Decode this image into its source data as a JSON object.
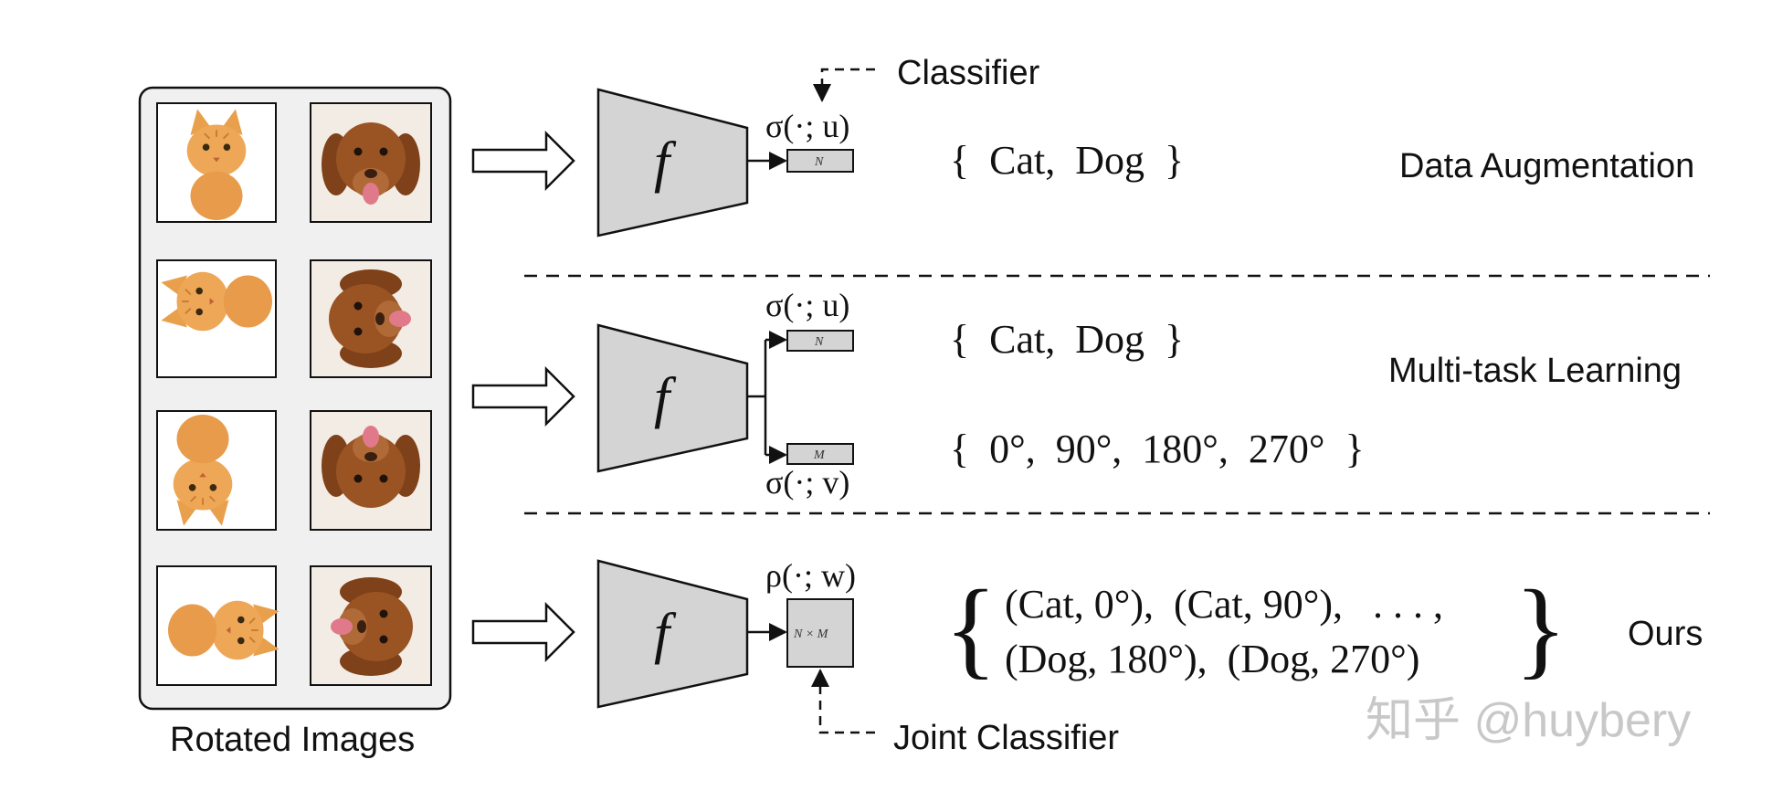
{
  "labels": {
    "rotated_images": "Rotated Images",
    "classifier": "Classifier",
    "joint_classifier": "Joint Classifier",
    "data_augmentation": "Data Augmentation",
    "multi_task_learning": "Multi-task Learning",
    "ours": "Ours"
  },
  "network_symbol": "f",
  "heads": {
    "da_head": "σ(·; u)",
    "mt_head_top": "σ(·; u)",
    "mt_head_bottom": "σ(·; v)",
    "ours_head": "ρ(·; w)"
  },
  "output_dims": {
    "n": "N",
    "m": "M",
    "nm": "N × M"
  },
  "label_sets": {
    "da": "{  Cat,  Dog  }",
    "mt_class": "{  Cat,  Dog  }",
    "mt_rotation": "{  0°,  90°,  180°,  270°  }",
    "ours_line1": "(Cat, 0°),  (Cat, 90°),   . . . ,",
    "ours_line2": "(Dog, 180°),  (Dog, 270°)",
    "brace_open": "{",
    "brace_close": "}"
  },
  "watermark": "知乎 @huybery",
  "colors": {
    "trapezoid_fill": "#d4d4d4",
    "panel_fill": "#f0f0f0",
    "stroke": "#111111",
    "cat": "#e8a04c",
    "dog": "#9a5424"
  },
  "image_grid": {
    "rows": [
      {
        "cat_rotation": "0°",
        "dog_rotation": "0°"
      },
      {
        "cat_rotation": "90°",
        "dog_rotation": "90°"
      },
      {
        "cat_rotation": "180°",
        "dog_rotation": "180°"
      },
      {
        "cat_rotation": "270°",
        "dog_rotation": "270°"
      }
    ]
  }
}
